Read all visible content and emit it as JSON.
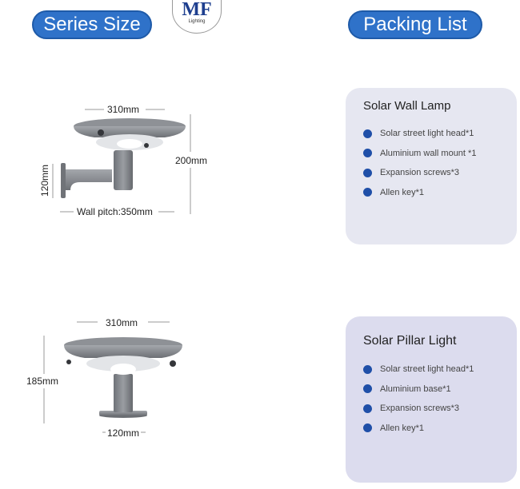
{
  "header": {
    "series_title": "Series Size",
    "packing_title": "Packing List",
    "logo_text": "MF",
    "logo_subtext": "Lighting"
  },
  "wall_lamp_dims": {
    "width": "310mm",
    "height": "200mm",
    "arm_height": "120mm",
    "pitch": "Wall pitch:350mm"
  },
  "pillar_light_dims": {
    "width": "310mm",
    "height": "185mm",
    "base": "120mm"
  },
  "packing": {
    "wall_lamp": {
      "title": "Solar Wall Lamp",
      "items": [
        "Solar street light head*1",
        "Aluminium wall mount *1",
        "Expansion screws*3",
        "Allen key*1"
      ]
    },
    "pillar_light": {
      "title": "Solar Pillar Light",
      "items": [
        "Solar street light head*1",
        "Aluminium base*1",
        "Expansion screws*3",
        "Allen key*1"
      ]
    }
  },
  "colors": {
    "pill_blue": "#2f72c9",
    "bullet_blue": "#1f4fa8",
    "card_bg": "#e6e7f1"
  }
}
